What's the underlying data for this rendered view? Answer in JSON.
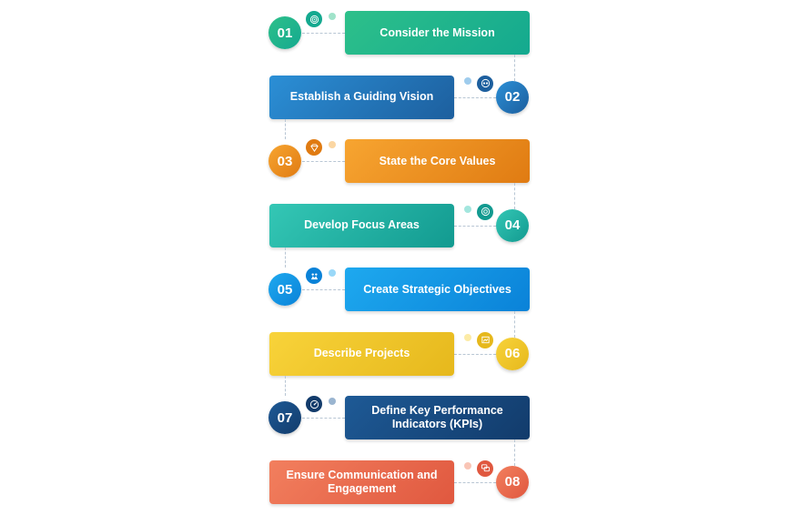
{
  "steps": [
    {
      "number": "01",
      "label": "Consider the Mission",
      "icon": "target-icon",
      "color_start": "#2dc08a",
      "color_end": "#14a98f",
      "side": "left"
    },
    {
      "number": "02",
      "label": "Establish a Guiding Vision",
      "icon": "vision-icon",
      "color_start": "#2b8fd6",
      "color_end": "#1d5f9e",
      "side": "right"
    },
    {
      "number": "03",
      "label": "State the Core Values",
      "icon": "diamond-icon",
      "color_start": "#f7a531",
      "color_end": "#e07b12",
      "side": "left"
    },
    {
      "number": "04",
      "label": "Develop Focus Areas",
      "icon": "focus-icon",
      "color_start": "#34c7b5",
      "color_end": "#129a90",
      "side": "right"
    },
    {
      "number": "05",
      "label": "Create Strategic Objectives",
      "icon": "strategy-icon",
      "color_start": "#1ea9ef",
      "color_end": "#0a82d8",
      "side": "left"
    },
    {
      "number": "06",
      "label": "Describe Projects",
      "icon": "project-icon",
      "color_start": "#f8d33a",
      "color_end": "#e6b81c",
      "side": "right"
    },
    {
      "number": "07",
      "label": "Define Key Performance Indicators (KPIs)",
      "icon": "kpi-icon",
      "color_start": "#1e5a96",
      "color_end": "#123b6b",
      "side": "left"
    },
    {
      "number": "08",
      "label": "Ensure Communication and Engagement",
      "icon": "chat-icon",
      "color_start": "#f27f5e",
      "color_end": "#e0583f",
      "side": "right"
    }
  ]
}
